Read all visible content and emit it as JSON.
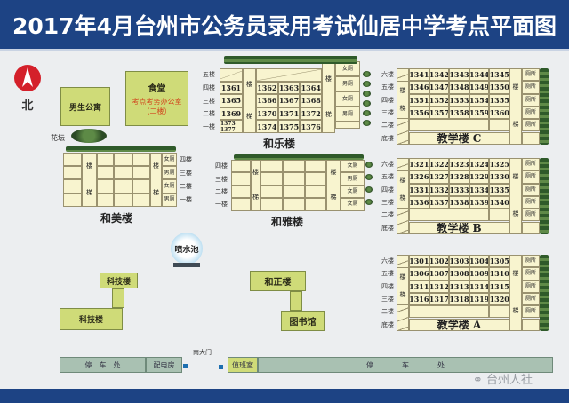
{
  "title": "2017年4月台州市公务员录用考试仙居中学考点平面图",
  "compass": {
    "label": "北"
  },
  "colors": {
    "header": "#1d4384",
    "building": "#cfdb78",
    "room": "#f8f4cf",
    "parking": "#a9c1b2",
    "compass": "#d4202a"
  },
  "places": {
    "dorm": "男生公寓",
    "canteen": "食堂",
    "office": "考点考务办公室",
    "office_floor": "（二楼）",
    "flowerbed": "花坛",
    "fountain": "喷水池",
    "keji_top": "科技楼",
    "keji_bottom": "科技楼",
    "hezheng": "和正楼",
    "library": "图书馆",
    "parking_left": "停　车　处",
    "power_room": "配电房",
    "south_gate": "南大门",
    "duty_room": "值班室",
    "parking_right": "停　　　　车　　　　处",
    "watermark": "台州人社"
  },
  "common": {
    "stair_a": "楼",
    "stair_b": "梯",
    "toilet": "厕所",
    "women": "女厕",
    "men": "男厕"
  },
  "hemei": {
    "name": "和美楼",
    "floors": [
      "四楼",
      "三楼",
      "二楼",
      "一楼"
    ],
    "toilets": [
      "女厕",
      "男厕",
      "女厕",
      "男厕"
    ]
  },
  "heya": {
    "name": "和雅楼",
    "floors": [
      "四楼",
      "三楼",
      "二楼",
      "一楼"
    ],
    "toilets": [
      "女厕",
      "男厕",
      "女厕",
      "女厕"
    ]
  },
  "hele": {
    "name": "和乐楼",
    "floors": [
      "五楼",
      "四楼",
      "三楼",
      "二楼",
      "一楼"
    ],
    "left_rooms": [
      "1361",
      "1365",
      "1369",
      "1373 1377"
    ],
    "rooms": [
      [
        "1362",
        "1363",
        "1364"
      ],
      [
        "1366",
        "1367",
        "1368"
      ],
      [
        "1370",
        "1371",
        "1372"
      ],
      [
        "1374",
        "1375",
        "1376"
      ]
    ],
    "toilets": [
      "女厕",
      "男厕",
      "女厕",
      "男厕"
    ]
  },
  "teaching": [
    {
      "name": "教学楼 C",
      "floors": [
        "六楼",
        "五楼",
        "四楼",
        "三楼",
        "二楼",
        "底楼"
      ],
      "rooms": [
        [
          "1341",
          "1342",
          "1343",
          "1344",
          "1345"
        ],
        [
          "1346",
          "1347",
          "1348",
          "1349",
          "1350"
        ],
        [
          "1351",
          "1352",
          "1353",
          "1354",
          "1355"
        ],
        [
          "1356",
          "1357",
          "1358",
          "1359",
          "1360"
        ]
      ]
    },
    {
      "name": "教学楼 B",
      "floors": [
        "六楼",
        "五楼",
        "四楼",
        "三楼",
        "二楼",
        "底楼"
      ],
      "rooms": [
        [
          "1321",
          "1322",
          "1323",
          "1324",
          "1325"
        ],
        [
          "1326",
          "1327",
          "1328",
          "1329",
          "1330"
        ],
        [
          "1331",
          "1332",
          "1333",
          "1334",
          "1335"
        ],
        [
          "1336",
          "1337",
          "1338",
          "1339",
          "1340"
        ]
      ]
    },
    {
      "name": "教学楼 A",
      "floors": [
        "六楼",
        "五楼",
        "四楼",
        "三楼",
        "二楼",
        "底楼"
      ],
      "rooms": [
        [
          "1301",
          "1302",
          "1303",
          "1304",
          "1305"
        ],
        [
          "1306",
          "1307",
          "1308",
          "1309",
          "1310"
        ],
        [
          "1311",
          "1312",
          "1313",
          "1314",
          "1315"
        ],
        [
          "1316",
          "1317",
          "1318",
          "1319",
          "1320"
        ]
      ]
    }
  ]
}
